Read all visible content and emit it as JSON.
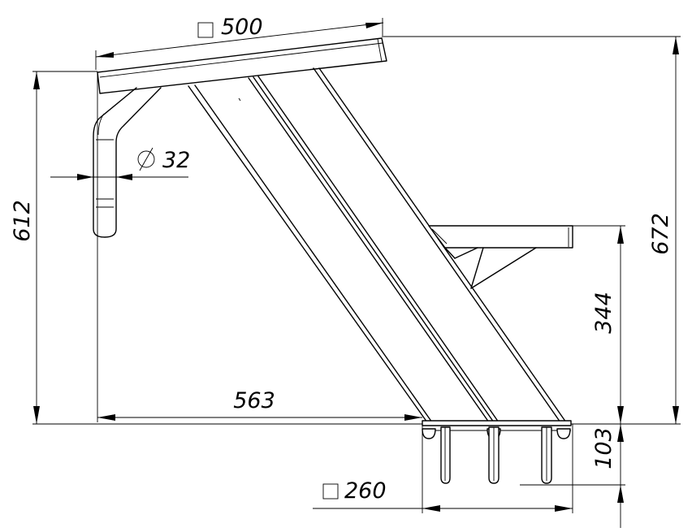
{
  "dimensions": {
    "top_bar_size": "500",
    "tube_diameter": "32",
    "handle_height": "612",
    "total_height": "672",
    "horizontal_length": "563",
    "step_height": "344",
    "base_height": "103",
    "base_size": "260"
  },
  "symbols": {
    "square": "□",
    "diameter": "⌀"
  }
}
